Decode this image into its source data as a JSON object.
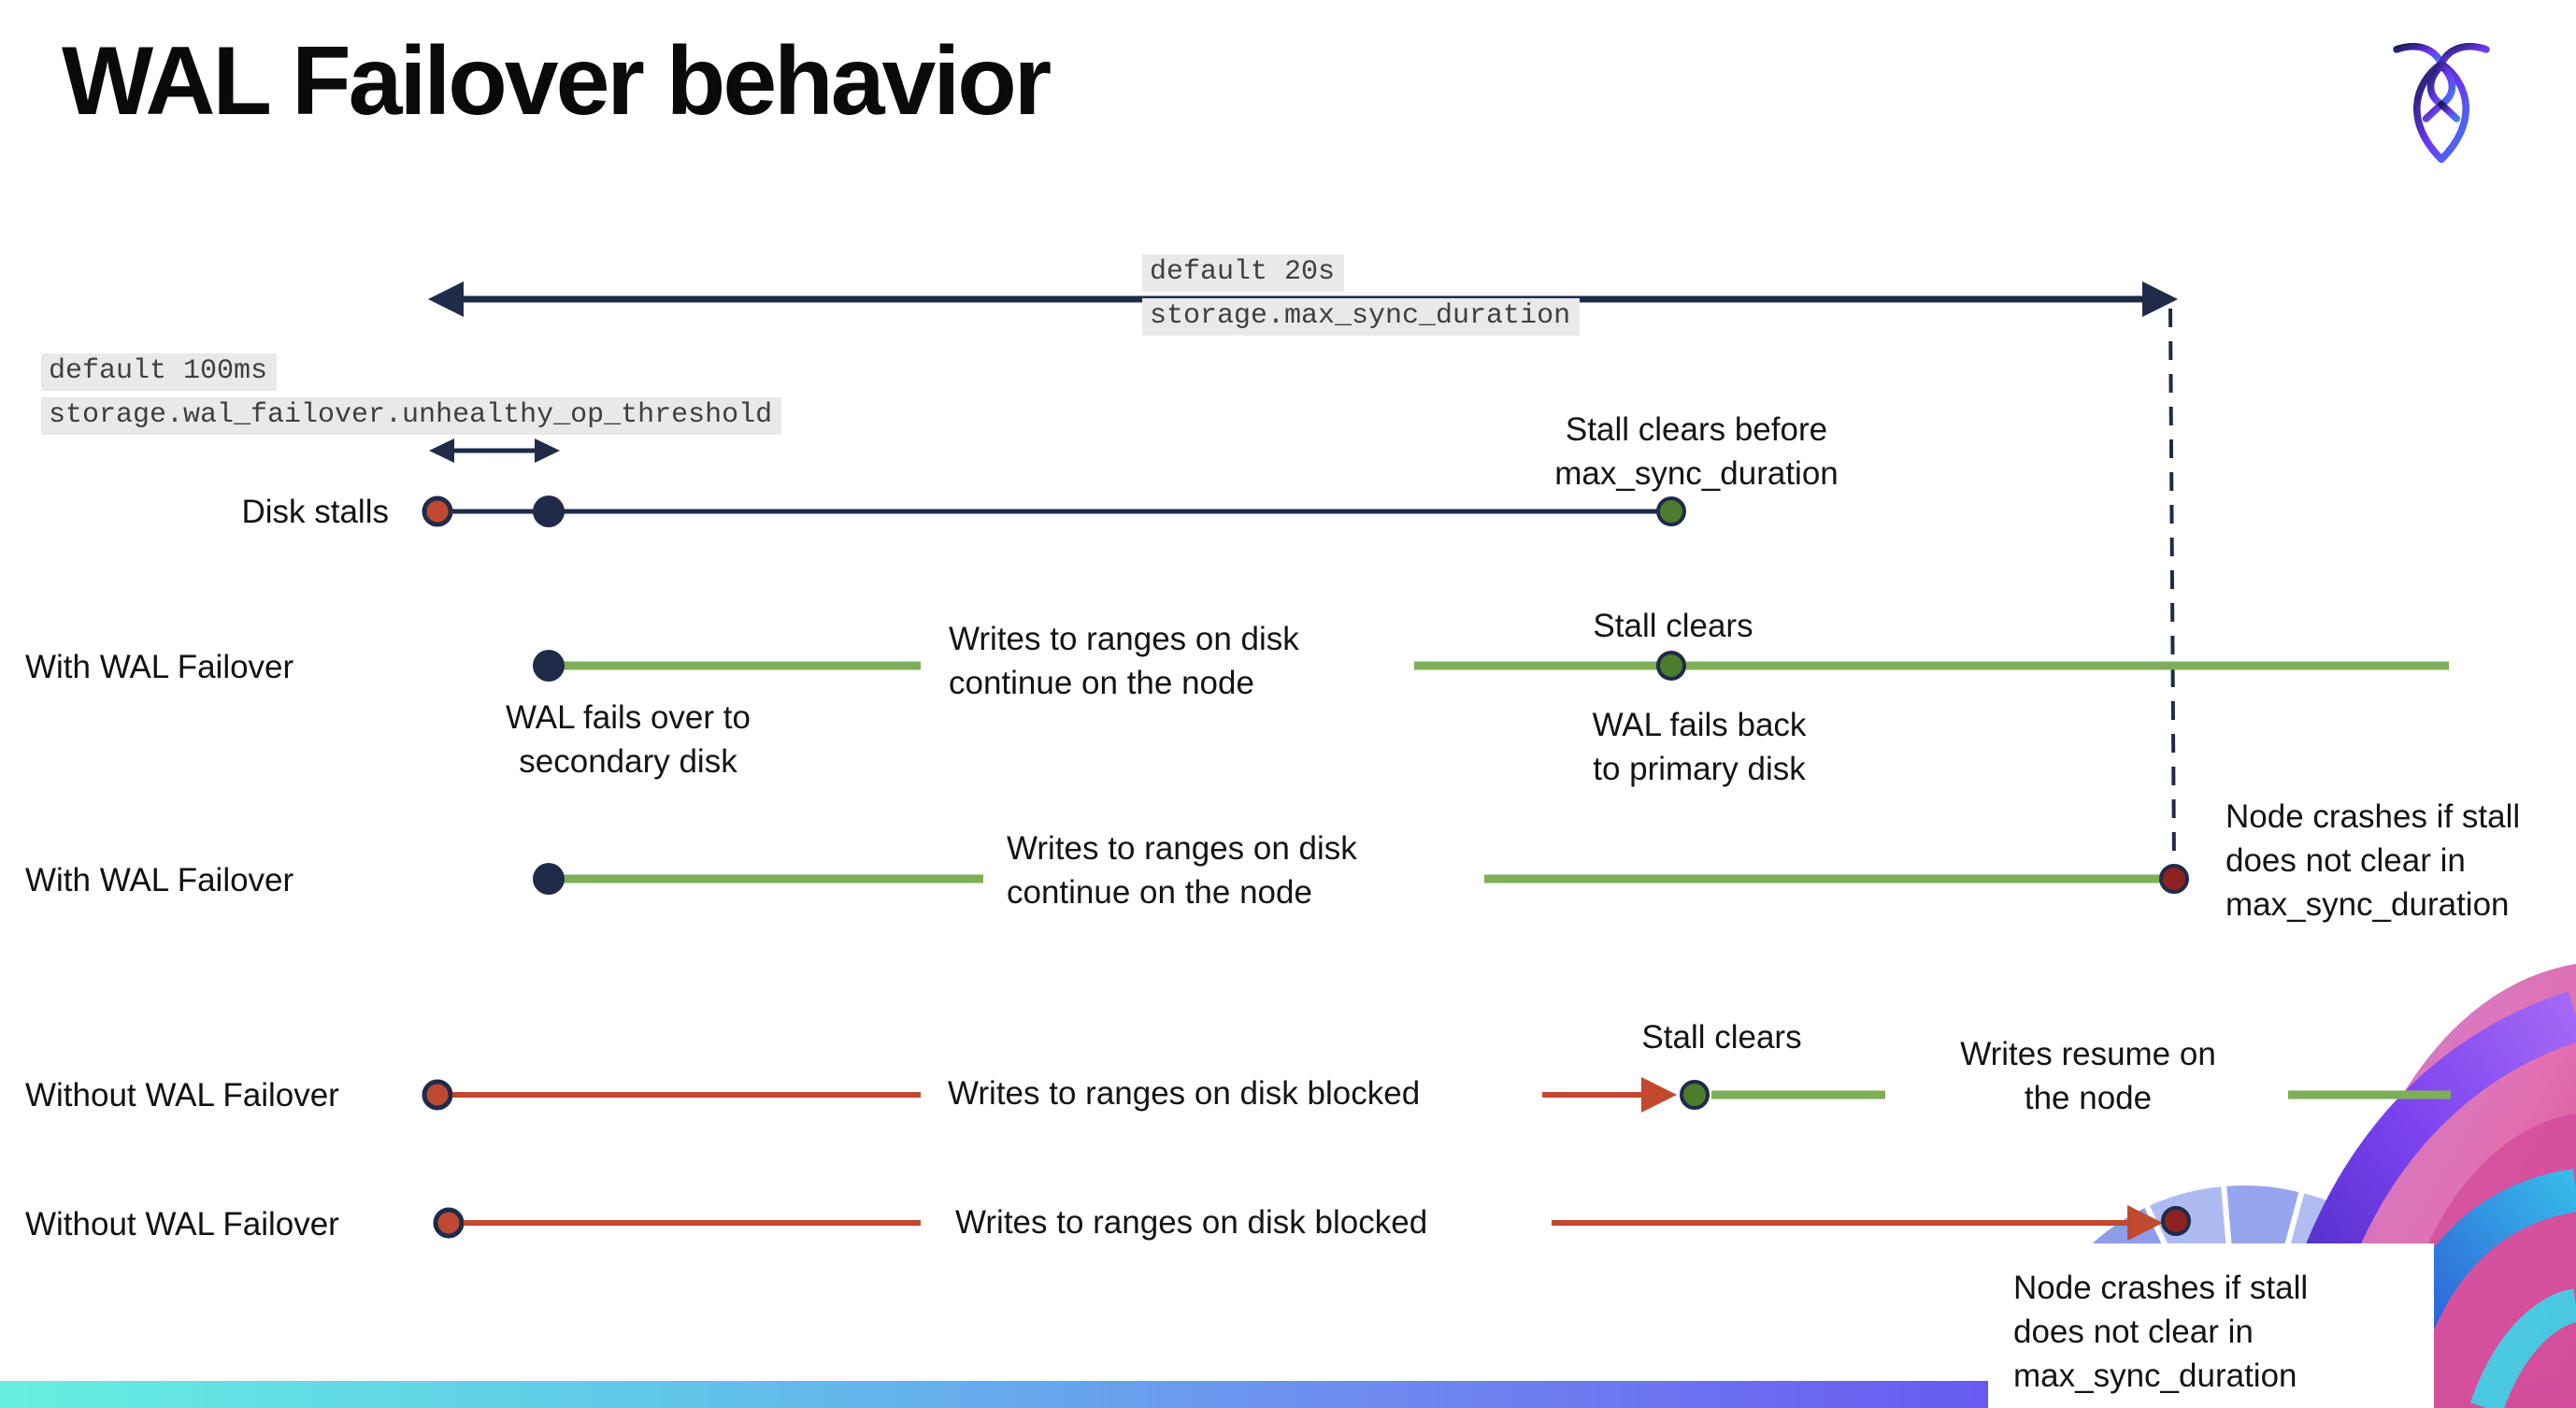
{
  "title": "WAL Failover behavior",
  "icons": {
    "logo": "cockroachdb-logo"
  },
  "colors": {
    "navy": "#1f2b49",
    "red_line": "#c1492e",
    "red_dot": "#bf4a31",
    "dark_red_dot": "#8e2121",
    "green_line": "#7fae58",
    "green_dot": "#4c7c2c",
    "mono_bg": "#e9e9e9",
    "bar_gradient_left": "#66efe0",
    "bar_gradient_right": "#5b2ff2"
  },
  "settings": {
    "max_sync": {
      "default": "default 20s",
      "name": "storage.max_sync_duration"
    },
    "unhealthy_op": {
      "default": "default 100ms",
      "name": "storage.wal_failover.unhealthy_op_threshold"
    }
  },
  "rows": {
    "disk_stalls": {
      "label": "Disk stalls",
      "stall_clears": [
        "Stall clears before",
        "max_sync_duration"
      ]
    },
    "with_wal_1": {
      "label": "With WAL Failover",
      "writes": [
        "Writes to ranges on disk",
        "continue on the node"
      ],
      "stall_clears": "Stall clears",
      "failover": [
        "WAL fails over to",
        "secondary disk"
      ],
      "failback": [
        "WAL fails  back",
        "to primary disk"
      ]
    },
    "with_wal_2": {
      "label": "With WAL Failover",
      "writes": [
        "Writes to ranges on disk",
        "continue on the node"
      ],
      "crash": [
        "Node crashes if stall",
        "does not clear in",
        "max_sync_duration"
      ]
    },
    "without_wal_1": {
      "label": "Without WAL Failover",
      "blocked": "Writes to ranges on disk  blocked",
      "stall_clears": "Stall clears",
      "resume": [
        "Writes resume on",
        "the node"
      ]
    },
    "without_wal_2": {
      "label": "Without WAL Failover",
      "blocked": "Writes to ranges on disk  blocked",
      "crash": [
        "Node crashes if stall",
        "does not clear in",
        "max_sync_duration"
      ]
    }
  }
}
